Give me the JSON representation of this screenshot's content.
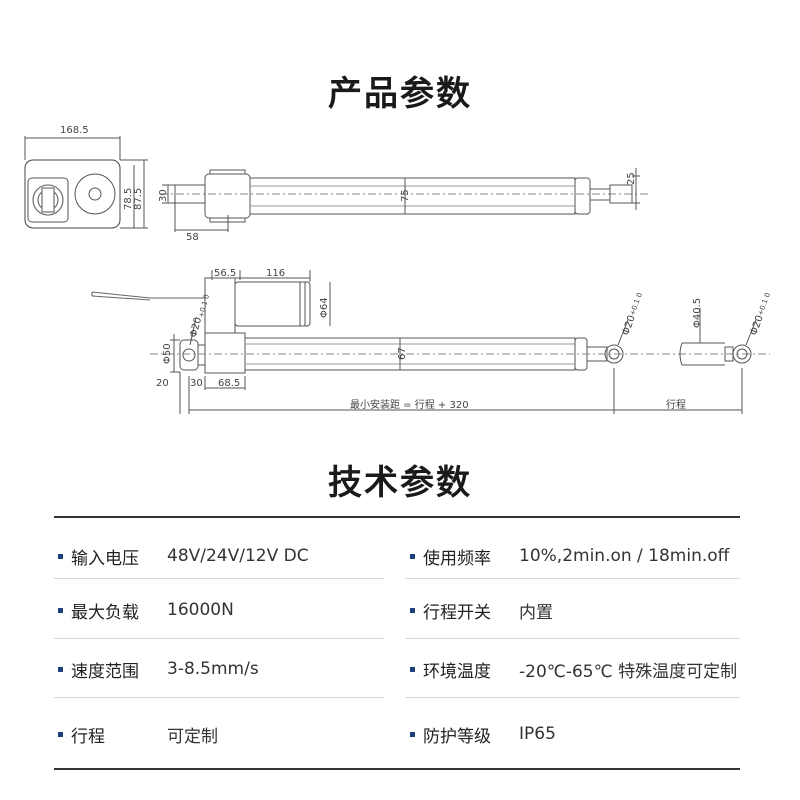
{
  "product_section": {
    "title": "产品参数"
  },
  "drawing": {
    "top_view": {
      "width_label": "168.5",
      "d1": "78.5",
      "d2": "87.5",
      "h30": "30",
      "d58": "58",
      "body75": "75",
      "rod25": "25"
    },
    "side_view": {
      "d56_5": "56.5",
      "d116": "116",
      "motor_dia": "Φ64",
      "hole_left": "Φ20",
      "hole_left_tol": "+0.1 0",
      "d50": "Φ50",
      "body67": "67",
      "d20": "20",
      "d30": "30",
      "d68_5": "68.5",
      "hole_right": "Φ20",
      "hole_right_tol": "+0.1 0",
      "rod_dia": "Φ40.5",
      "hole_end": "Φ20",
      "hole_end_tol": "+0.1 0",
      "min_install": "最小安装距 = 行程 + 320",
      "stroke": "行程"
    }
  },
  "tech_section": {
    "title": "技术参数",
    "rows": [
      {
        "left": {
          "label": "输入电压",
          "value": "48V/24V/12V DC"
        },
        "right": {
          "label": "使用频率",
          "value": "10%,2min.on / 18min.off"
        }
      },
      {
        "left": {
          "label": "最大负载",
          "value": "16000N"
        },
        "right": {
          "label": "行程开关",
          "value": "内置"
        }
      },
      {
        "left": {
          "label": "速度范围",
          "value": "3-8.5mm/s"
        },
        "right": {
          "label": "环境温度",
          "value": "-20℃-65℃ 特殊温度可定制"
        }
      },
      {
        "left": {
          "label": "行程",
          "value": "可定制"
        },
        "right": {
          "label": "防护等级",
          "value": "IP65"
        }
      }
    ]
  },
  "colors": {
    "bullet": "#1f3f77",
    "rule": "#333333"
  }
}
